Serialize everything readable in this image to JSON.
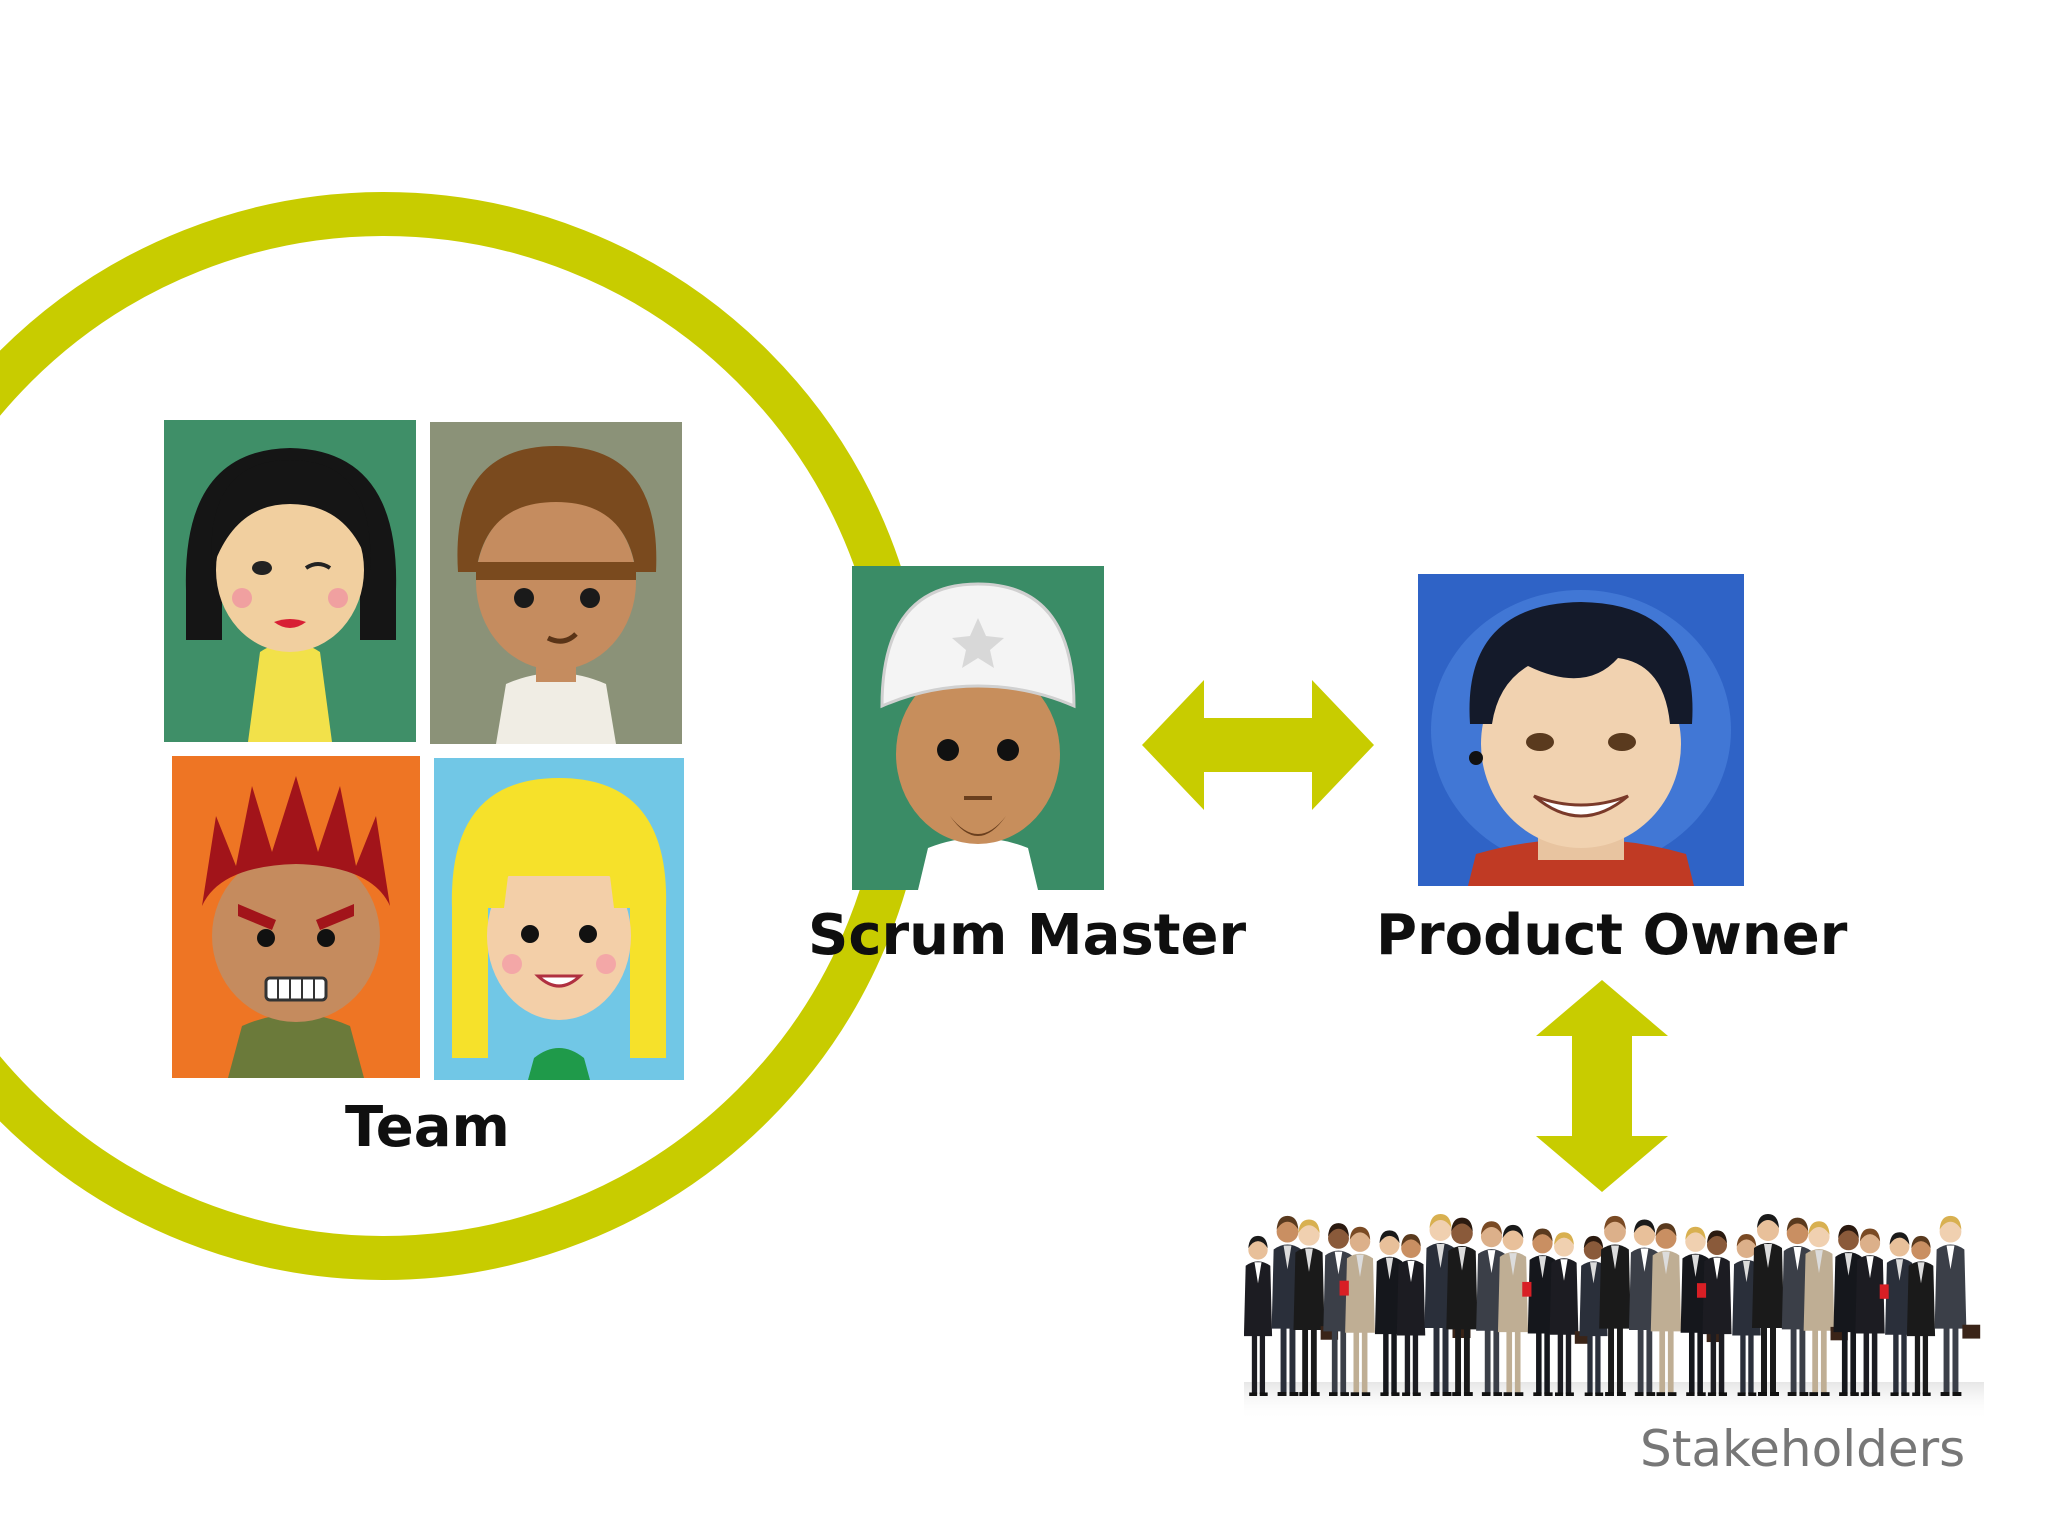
{
  "labels": {
    "team": "Team",
    "scrum_master": "Scrum Master",
    "product_owner": "Product Owner",
    "stakeholders": "Stakeholders"
  },
  "colors": {
    "accent": "#c8cc00",
    "text": "#0f0f0f",
    "muted_text": "#777777"
  },
  "icons": {
    "team_member_1": "woman-dark-hair-avatar",
    "team_member_2": "man-brown-hair-avatar",
    "team_member_3": "man-red-spiky-hair-avatar",
    "team_member_4": "woman-blonde-hair-avatar",
    "scrum_master": "man-white-cap-avatar",
    "product_owner": "man-black-hair-smiling-avatar",
    "stakeholders": "business-people-crowd"
  }
}
